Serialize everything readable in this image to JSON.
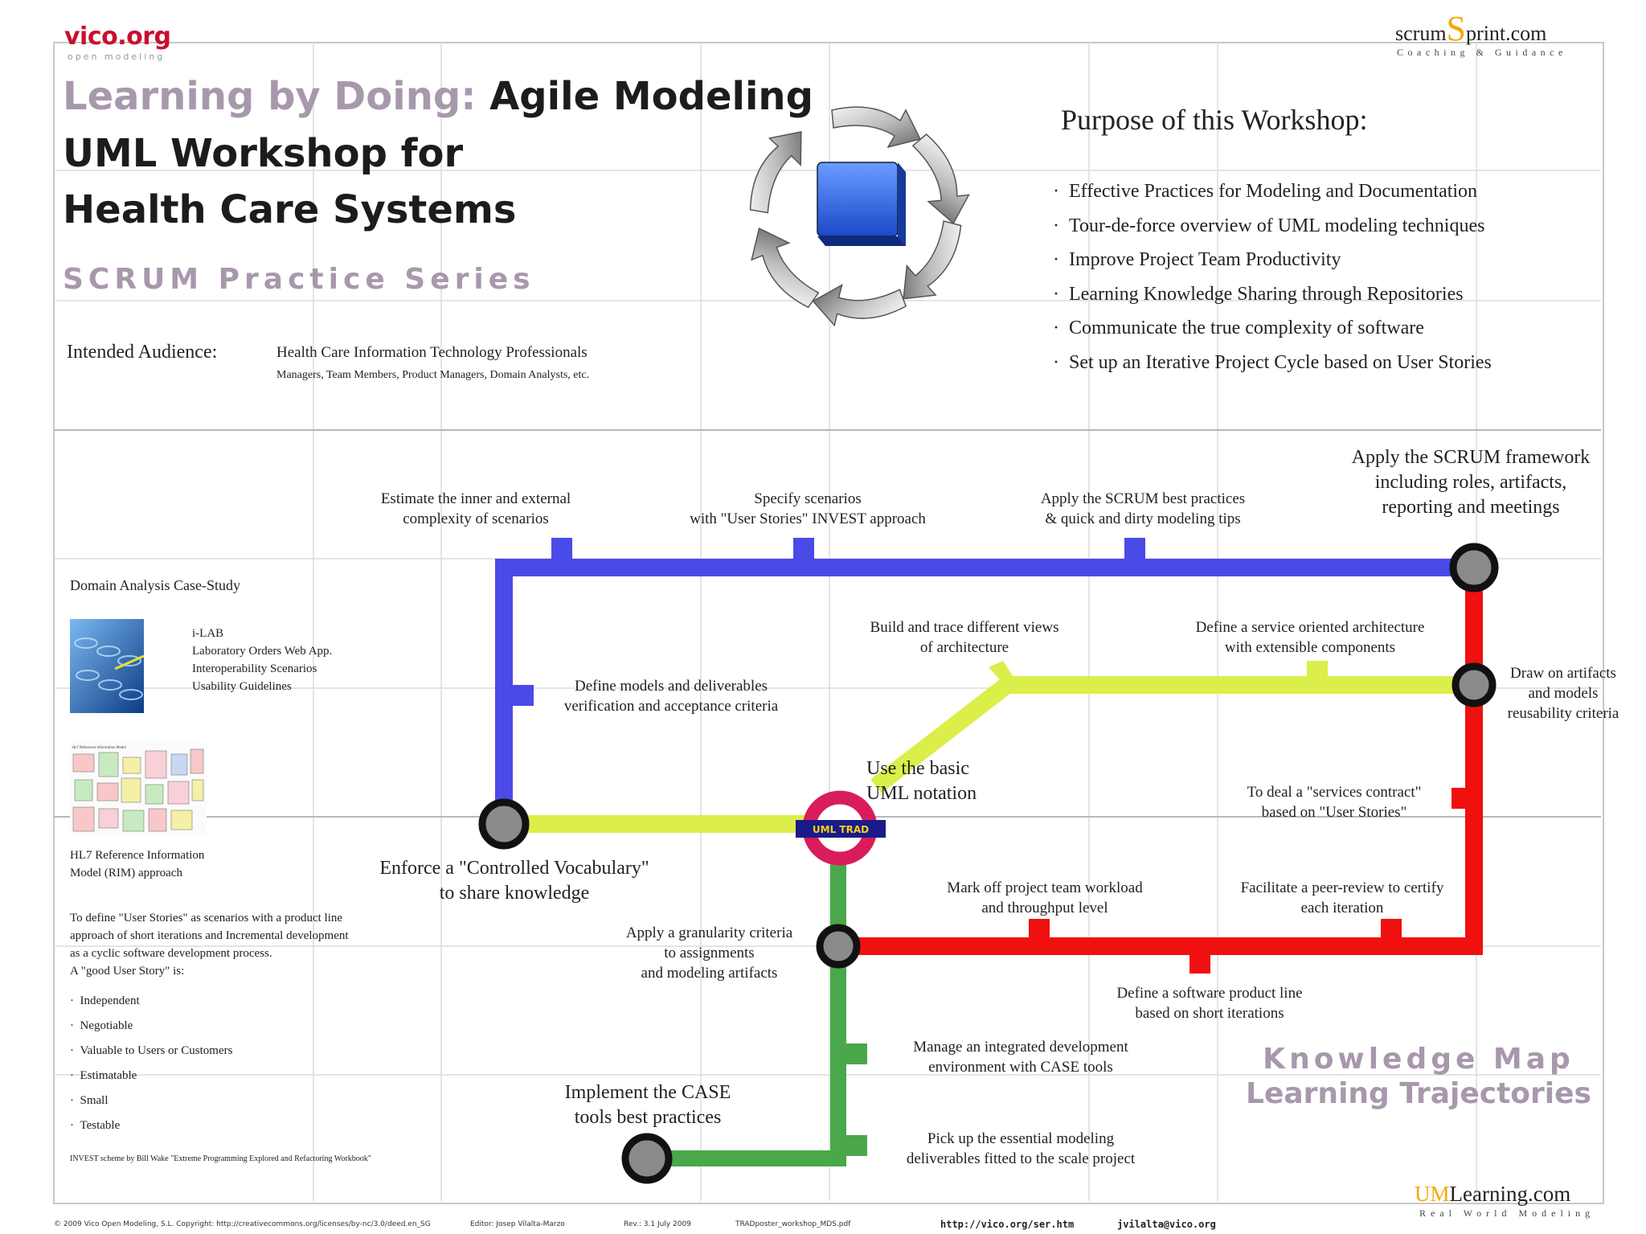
{
  "header": {
    "vico_logo": "vico.org",
    "vico_tagline": "open modeling",
    "scrum_logo_prefix": "scrum",
    "scrum_logo_s": "S",
    "scrum_logo_suffix": "print.com",
    "scrum_tagline": "Coaching & Guidance",
    "title_highlight": "Learning by Doing:",
    "title_line1": "Agile Modeling",
    "title_line2": "UML Workshop for",
    "title_line3": "Health Care Systems",
    "series": "SCRUM Practice Series",
    "audience_label": "Intended Audience:",
    "audience_main": "Health Care Information Technology Professionals",
    "audience_sub": "Managers, Team Members, Product Managers, Domain Analysts, etc."
  },
  "purpose": {
    "heading": "Purpose of this Workshop:",
    "items": [
      "Effective Practices for Modeling and Documentation",
      "Tour-de-force overview of UML modeling techniques",
      "Improve Project Team Productivity",
      "Learning Knowledge Sharing through Repositories",
      "Communicate the true complexity of software",
      "Set up an Iterative Project Cycle based on User Stories"
    ]
  },
  "sidebar": {
    "case_study": "Domain Analysis Case-Study",
    "ilab_lines": [
      "i-LAB",
      "Laboratory Orders Web App.",
      "Interoperability Scenarios",
      "Usability Guidelines"
    ],
    "hl7_thumb_title": "HL7 Reference Information Model",
    "hl7_lines": [
      "HL7 Reference Information",
      "Model (RIM) approach"
    ],
    "stories_intro": [
      "To define \"User Stories\" as scenarios with a product line",
      "approach of short iterations and Incremental development",
      "as a cyclic software development process.",
      "A \"good User Story\" is:"
    ],
    "invest": [
      "Independent",
      "Negotiable",
      "Valuable to Users or Customers",
      "Estimatable",
      "Small",
      "Testable"
    ],
    "invest_credit": "INVEST scheme by Bill Wake \"Extreme Programming Explored and Refactoring Workbook\""
  },
  "map": {
    "hub_label": "UML TRAD",
    "labels": {
      "estimate": [
        "Estimate the inner and external",
        "complexity of scenarios"
      ],
      "specify": [
        "Specify scenarios",
        "with \"User Stories\" INVEST approach"
      ],
      "apply_best": [
        "Apply the SCRUM best practices",
        "& quick and dirty modeling tips"
      ],
      "apply_framework": [
        "Apply the SCRUM framework",
        "including roles, artifacts,",
        "reporting and meetings"
      ],
      "build_trace": [
        "Build and trace different views",
        "of architecture"
      ],
      "define_soa": [
        "Define a service oriented architecture",
        "with extensible components"
      ],
      "draw_artifacts": [
        "Draw on artifacts",
        "and models",
        "reusability criteria"
      ],
      "define_models": [
        "Define models and deliverables",
        "verification and acceptance criteria"
      ],
      "use_basic": [
        "Use the basic",
        "UML notation"
      ],
      "services_contract": [
        "To deal a \"services contract\"",
        "based on \"User Stories\""
      ],
      "enforce": [
        "Enforce a \"Controlled Vocabulary\"",
        "to share knowledge"
      ],
      "mark_off": [
        "Mark off project team workload",
        "and throughput level"
      ],
      "peer_review": [
        "Facilitate a peer-review to certify",
        "each iteration"
      ],
      "granularity": [
        "Apply a granularity criteria",
        "to assignments",
        "and modeling artifacts"
      ],
      "product_line": [
        "Define a software product line",
        "based on short iterations"
      ],
      "manage_ide": [
        "Manage an integrated development",
        "environment with CASE tools"
      ],
      "implement_case": [
        "Implement the CASE",
        "tools best practices"
      ],
      "pick_up": [
        "Pick up the essential modeling",
        "deliverables fitted to the scale project"
      ]
    },
    "knowledge_map": "Knowledge Map",
    "learning_trajectories": "Learning Trajectories",
    "colors": {
      "blue": "#4a4ae8",
      "red": "#f01010",
      "yellow": "#dbee4a",
      "green": "#4aa74a",
      "hub": "#d81c5c",
      "hub_bar": "#1a1a8a",
      "title_accent": "#a898ac"
    }
  },
  "brand": {
    "um": "UM",
    "learning": "Learning.com",
    "tagline": "Real World Modeling"
  },
  "footer": {
    "copyright": "© 2009 Vico Open Modeling, S.L. Copyright: http://creativecommons.org/licenses/by-nc/3.0/deed.en_SG",
    "editor": "Editor: Josep Vilalta-Marzo",
    "rev": "Rev.: 3.1 July 2009",
    "file": "TRADposter_workshop_MDS.pdf",
    "url": "http://vico.org/ser.htm",
    "email": "jvilalta@vico.org"
  }
}
